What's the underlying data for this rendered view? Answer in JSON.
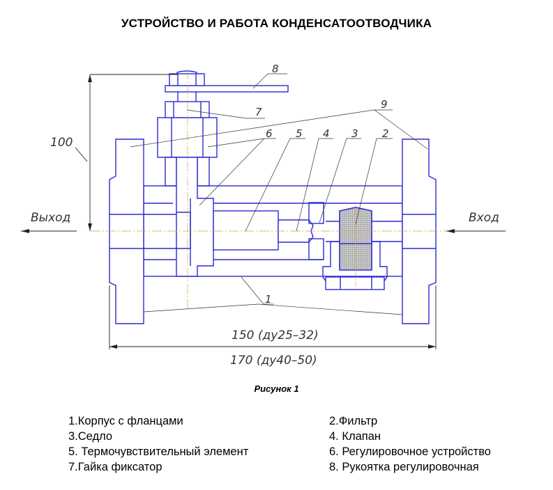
{
  "title": "УСТРОЙСТВО И РАБОТА КОНДЕНСАТООТВОДЧИКА",
  "drawing": {
    "outlet_label": "Выход",
    "inlet_label": "Вход",
    "height_dim": "100",
    "length_dim_1": "150  (ду25–32)",
    "length_dim_2": "170 (ду40–50)",
    "callouts": {
      "c1": "1",
      "c2": "2",
      "c3": "3",
      "c4": "4",
      "c5": "5",
      "c6": "6",
      "c7": "7",
      "c8": "8",
      "c9": "9"
    },
    "line_color": "#2a2ad0"
  },
  "caption": "Рисунок 1",
  "legend": {
    "left": [
      "1.Корпус  с фланцами",
      "3.Седло",
      "5. Термочувствительный  элемент",
      "7.Гайка фиксатор"
    ],
    "right": [
      "2.Фильтр",
      "4. Клапан",
      "6. Регулировочное  устройство",
      "8. Рукоятка регулировочная"
    ]
  }
}
